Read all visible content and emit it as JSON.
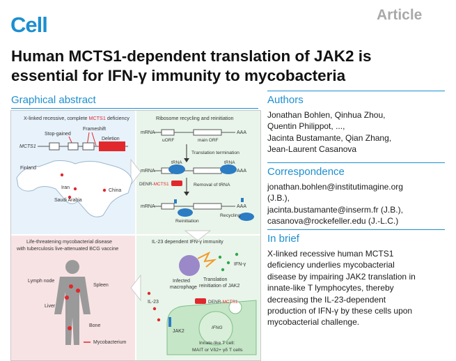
{
  "header": {
    "journal_logo": "Cell",
    "article_type": "Article"
  },
  "title": [
    "Human MCTS1-dependent translation of JAK2 is",
    "essential for IFN-γ immunity to mycobacteria"
  ],
  "graphical_abstract": {
    "heading": "Graphical abstract",
    "panel_genetics": {
      "title_prefix": "X-linked recessive, complete ",
      "title_gene": "MCTS1",
      "title_suffix": " deficiency",
      "stop_gained": "Stop-gained",
      "frameshift": "Frameshift",
      "gene": "MCTS1",
      "deletion": "Deletion",
      "countries": [
        "Finland",
        "Iran",
        "Saudi Arabia",
        "China"
      ]
    },
    "panel_ribosome": {
      "title": "Ribosome recycling and reinitiation",
      "mrna": "mRNA",
      "polya": "AAA",
      "uorf": "uORF",
      "main_orf": "main ORF",
      "translation_termination": "Translation termination",
      "trna": "tRNA",
      "denr_prefix": "DENR-",
      "denr_gene": "MCTS1",
      "removal": "Removal of tRNA",
      "recycling": "Recycling",
      "reinitiation": "Reinitiation"
    },
    "panel_disease": {
      "title_line1": "Life-threatening mycobacterial disease",
      "title_line2": "with tuberculosis live-attenuated BCG vaccine",
      "lymph_node": "Lymph node",
      "spleen": "Spleen",
      "liver": "Liver",
      "bone": "Bone",
      "mycobacterium": "Mycobacterium"
    },
    "panel_immunity": {
      "title": "IL-23 dependent IFN-γ immunity",
      "ifng": "IFN-γ",
      "infected_line1": "Infected",
      "infected_line2": "macrophage",
      "reinit_line1": "Translation",
      "reinit_line2": "reinitiation of JAK2",
      "il23": "IL-23",
      "denr_prefix": "DENR-",
      "denr_gene": "MCTS1",
      "jak2": "JAK2",
      "ifng_gene": "IFNG",
      "cell_line1": "Innate-like T cell:",
      "cell_line2": "MAIT or Vδ2+ γδ T cells"
    }
  },
  "authors": {
    "heading": "Authors",
    "lines": [
      "Jonathan Bohlen, Qinhua Zhou,",
      "Quentin Philippot, ...,",
      "Jacinta Bustamante, Qian Zhang,",
      "Jean-Laurent Casanova"
    ]
  },
  "correspondence": {
    "heading": "Correspondence",
    "lines": [
      "jonathan.bohlen@institutimagine.org",
      "(J.B.),",
      "jacinta.bustamante@inserm.fr (J.B.),",
      "casanova@rockefeller.edu (J.-L.C.)"
    ]
  },
  "in_brief": {
    "heading": "In brief",
    "lines": [
      "X-linked recessive human MCTS1",
      "deficiency underlies mycobacterial",
      "disease by impairing JAK2 translation in",
      "innate-like T lymphocytes, thereby",
      "decreasing the IL-23-dependent",
      "production of IFN-γ by these cells upon",
      "mycobacterial challenge."
    ]
  },
  "colors": {
    "cell_blue": "#1c8fd0",
    "article_gray": "#a9a9a9",
    "mutation_red": "#e0282d",
    "panel_blue": "#e8f2fb",
    "panel_green": "#e9f5ea",
    "panel_pink": "#f8e3e4",
    "ribosome_blue": "#2b7cc3"
  }
}
